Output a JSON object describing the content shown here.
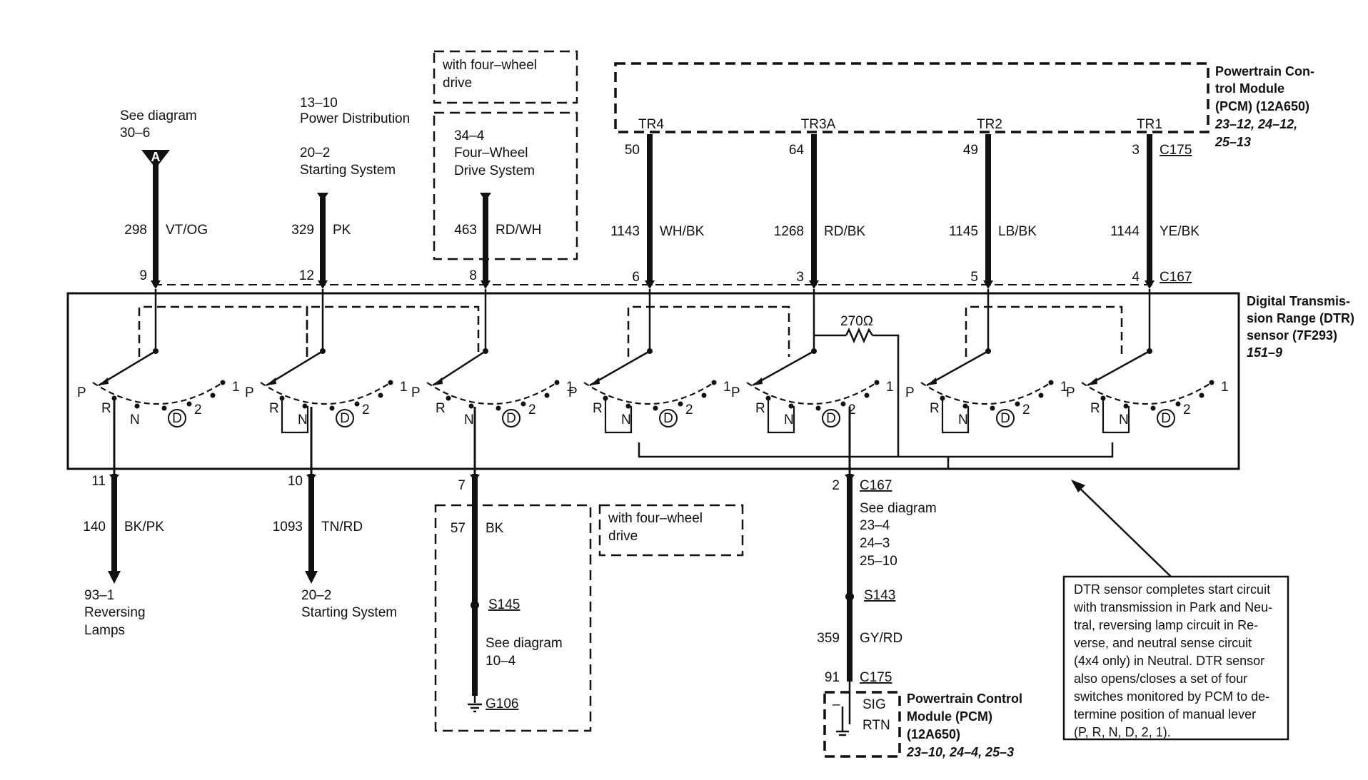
{
  "left_refs": {
    "see_diagram": "See diagram",
    "see_diagram_num": "30–6",
    "connector_letter": "A",
    "power_num": "13–10",
    "power_label": "Power Distribution",
    "starting_num": "20–2",
    "starting_label": "Starting System",
    "fwd_num": "34–4",
    "fwd_label1": "Four–Wheel",
    "fwd_label2": "Drive System"
  },
  "fwd_box_top": {
    "line1": "with four–wheel",
    "line2": "drive"
  },
  "fwd_box_bottom": {
    "line1": "with four–wheel",
    "line2": "drive"
  },
  "pcm_top": {
    "line1": "Powertrain Con-",
    "line2": "trol Module",
    "line3": "(PCM) (12A650)",
    "ref1": "23–12, 24–12,",
    "ref2": "25–13",
    "pins": [
      "TR4",
      "TR3A",
      "TR2",
      "TR1"
    ],
    "connector": "C175"
  },
  "wires_top": [
    {
      "circuit": "298",
      "color": "VT/OG",
      "pin": "9"
    },
    {
      "circuit": "329",
      "color": "PK",
      "pin": "12"
    },
    {
      "circuit": "463",
      "color": "RD/WH",
      "pin": "8"
    },
    {
      "circuit": "1143",
      "color": "WH/BK",
      "pin": "6",
      "pcm_pin": "50"
    },
    {
      "circuit": "1268",
      "color": "RD/BK",
      "pin": "3",
      "pcm_pin": "64"
    },
    {
      "circuit": "1145",
      "color": "LB/BK",
      "pin": "5",
      "pcm_pin": "49"
    },
    {
      "circuit": "1144",
      "color": "YE/BK",
      "pin": "4",
      "pcm_pin": "3"
    }
  ],
  "c167_top": "C167",
  "dtr": {
    "line1": "Digital Transmis-",
    "line2": "sion Range (DTR)",
    "line3": "sensor (7F293)",
    "ref": "151–9",
    "resistor": "270Ω",
    "pos": {
      "p": "P",
      "r": "R",
      "n": "N",
      "d": "D",
      "two": "2",
      "one": "1"
    }
  },
  "wires_bottom": [
    {
      "pin": "11",
      "circuit": "140",
      "color": "BK/PK"
    },
    {
      "pin": "10",
      "circuit": "1093",
      "color": "TN/RD"
    },
    {
      "pin": "7",
      "circuit": "57",
      "color": "BK"
    },
    {
      "pin": "2",
      "connector": "C167",
      "circuit": "359",
      "color": "GY/RD"
    }
  ],
  "bottom_left": {
    "reversing_num": "93–1",
    "reversing_1": "Reversing",
    "reversing_2": "Lamps",
    "starting_num": "20–2",
    "starting_label": "Starting System",
    "splice": "S145",
    "see": "See diagram",
    "see_num": "10–4",
    "ground": "G106"
  },
  "bottom_mid": {
    "see": "See diagram",
    "refs": [
      "23–4",
      "24–3",
      "25–10"
    ],
    "splice": "S143",
    "pcm_pin": "91",
    "connector": "C175",
    "sig": "SIG",
    "rtn": "RTN",
    "minus": "–"
  },
  "pcm_bottom": {
    "line1": "Powertrain Control",
    "line2": "Module (PCM)",
    "line3": "(12A650)",
    "ref": "23–10, 24–4, 25–3"
  },
  "note": [
    "DTR sensor completes start circuit",
    "with transmission in Park and Neu-",
    "tral, reversing lamp circuit in Re-",
    "verse, and neutral sense circuit",
    "(4x4 only) in Neutral. DTR sensor",
    "also opens/closes a set of four",
    "switches monitored by PCM to de-",
    "termine position of manual lever",
    "(P, R, N, D, 2, 1)."
  ]
}
